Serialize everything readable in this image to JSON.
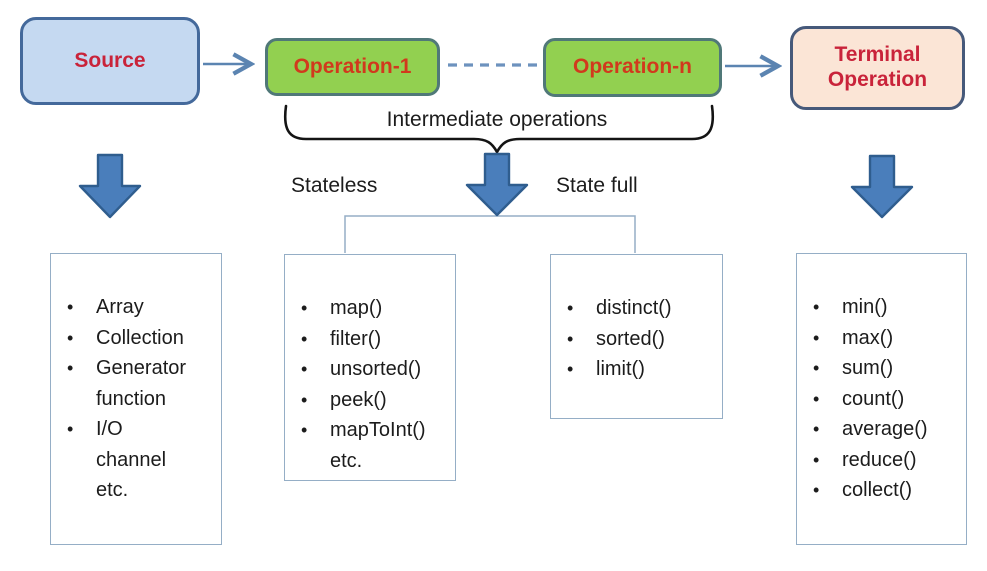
{
  "colors": {
    "canvas_bg": "#ffffff",
    "source_fill": "#C5D9F1",
    "source_border": "#44699B",
    "operation_fill": "#92D050",
    "operation_border": "#507878",
    "terminal_fill": "#FBE5D6",
    "terminal_border": "#46597A",
    "flow_red": "#C9233A",
    "operation_red": "#D1391D",
    "flow_arrow": "#5B84B1",
    "dashed_line": "#6D92BE",
    "block_arrow_fill": "#4A7EBB",
    "block_arrow_border": "#2F5D8E",
    "thin_border": "#95AEC6",
    "brace_color": "#141414",
    "text_color": "#1C1C1C"
  },
  "flow": {
    "source_label": "Source",
    "operation1_label": "Operation-1",
    "operationn_label": "Operation-n",
    "terminal_label": "Terminal Operation"
  },
  "labels": {
    "intermediate": "Intermediate operations",
    "stateless": "Stateless",
    "stateful": "State full"
  },
  "lists": {
    "source_items": [
      {
        "text": "Array",
        "bullet": true
      },
      {
        "text": "Collection",
        "bullet": true
      },
      {
        "text": "Generator",
        "bullet": true
      },
      {
        "text": "function",
        "bullet": false
      },
      {
        "text": "I/O",
        "bullet": true
      },
      {
        "text": "channel",
        "bullet": false
      },
      {
        "text": "etc.",
        "bullet": false
      }
    ],
    "stateless_items": [
      {
        "text": "map()",
        "bullet": true
      },
      {
        "text": "filter()",
        "bullet": true
      },
      {
        "text": "unsorted()",
        "bullet": true
      },
      {
        "text": "peek()",
        "bullet": true
      },
      {
        "text": "mapToInt()",
        "bullet": true
      },
      {
        "text": "etc.",
        "bullet": false
      }
    ],
    "stateful_items": [
      {
        "text": "distinct()",
        "bullet": true
      },
      {
        "text": "sorted()",
        "bullet": true
      },
      {
        "text": "limit()",
        "bullet": true
      }
    ],
    "terminal_items": [
      {
        "text": "min()",
        "bullet": true
      },
      {
        "text": "max()",
        "bullet": true
      },
      {
        "text": "sum()",
        "bullet": true
      },
      {
        "text": "count()",
        "bullet": true
      },
      {
        "text": "average()",
        "bullet": true
      },
      {
        "text": "reduce()",
        "bullet": true
      },
      {
        "text": "collect()",
        "bullet": true
      }
    ]
  }
}
